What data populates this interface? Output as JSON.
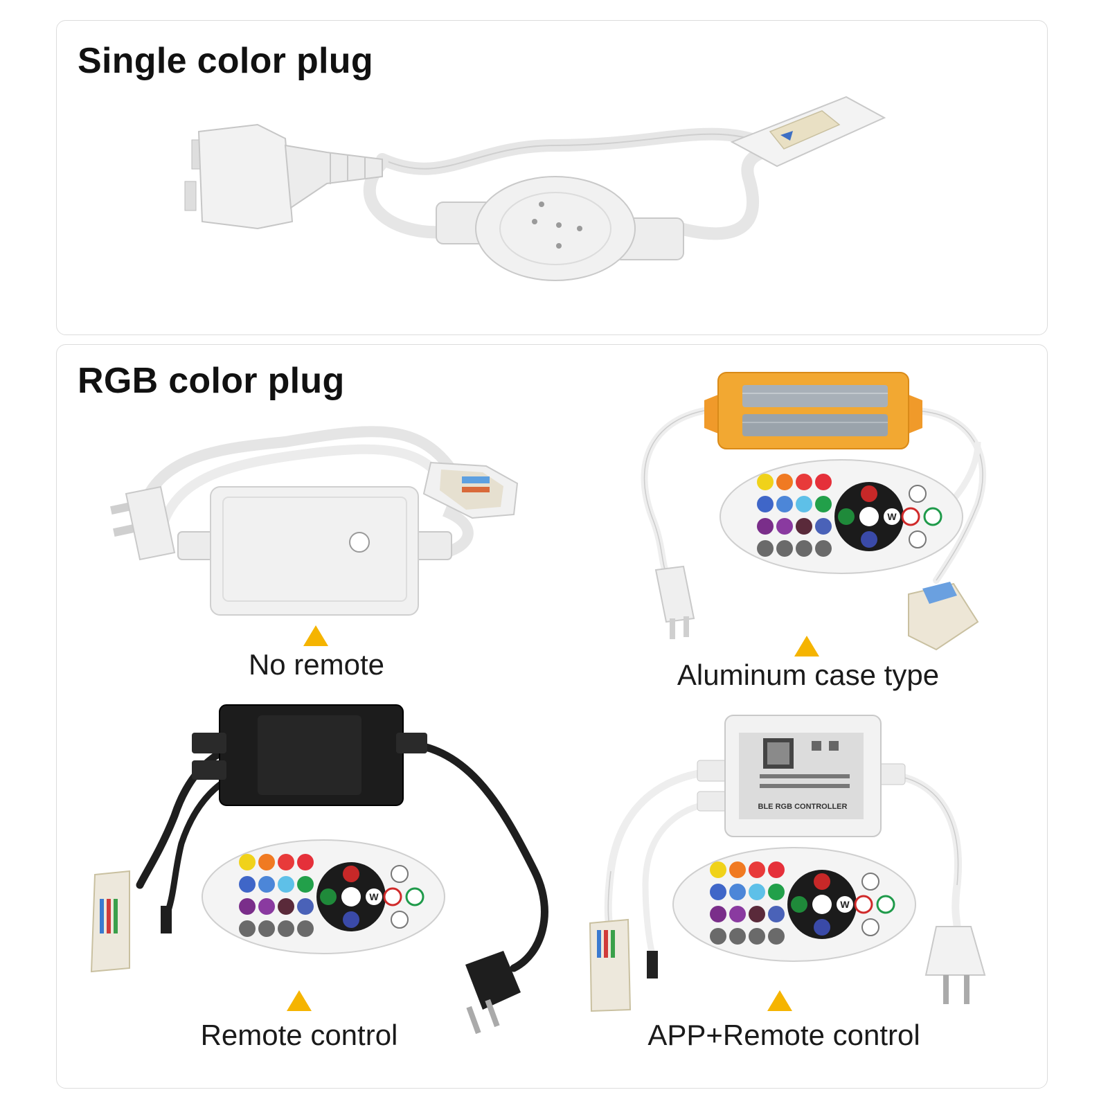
{
  "sections": {
    "single": {
      "title": "Single color plug"
    },
    "rgb": {
      "title": "RGB color plug",
      "variants": [
        {
          "label": "No remote"
        },
        {
          "label": "Aluminum case type"
        },
        {
          "label": "Remote control"
        },
        {
          "label": "APP+Remote control"
        }
      ]
    }
  },
  "controller_label": "BLE RGB CONTROLLER",
  "remote_button_labels": {
    "white": "W"
  },
  "colors": {
    "accent_triangle": "#f5b400",
    "cable_white": "#eeeeee",
    "cable_black": "#1e1e1e",
    "aluminum_case": "#f2a832",
    "remote_body": "#f4f4f4"
  }
}
